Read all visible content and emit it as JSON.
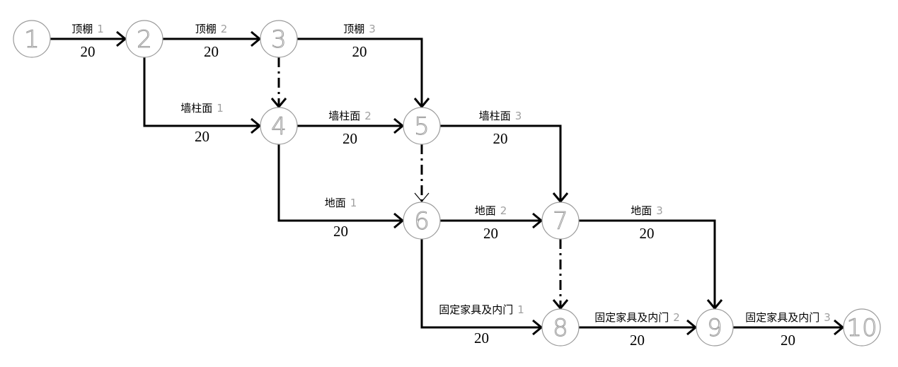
{
  "diagram": {
    "type": "network-plan (activity-on-arrow)",
    "nodes": [
      {
        "id": "1",
        "label": "1"
      },
      {
        "id": "2",
        "label": "2"
      },
      {
        "id": "3",
        "label": "3"
      },
      {
        "id": "4",
        "label": "4"
      },
      {
        "id": "5",
        "label": "5"
      },
      {
        "id": "6",
        "label": "6"
      },
      {
        "id": "7",
        "label": "7"
      },
      {
        "id": "8",
        "label": "8"
      },
      {
        "id": "9",
        "label": "9"
      },
      {
        "id": "10",
        "label": "10"
      }
    ],
    "activities": [
      {
        "from": "1",
        "to": "2",
        "name": "顶棚",
        "seq": "1",
        "duration": "20"
      },
      {
        "from": "2",
        "to": "3",
        "name": "顶棚",
        "seq": "2",
        "duration": "20"
      },
      {
        "from": "3",
        "to": "5",
        "name": "顶棚",
        "seq": "3",
        "duration": "20"
      },
      {
        "from": "2",
        "to": "4",
        "name": "墙柱面",
        "seq": "1",
        "duration": "20"
      },
      {
        "from": "4",
        "to": "5",
        "name": "墙柱面",
        "seq": "2",
        "duration": "20"
      },
      {
        "from": "5",
        "to": "7",
        "name": "墙柱面",
        "seq": "3",
        "duration": "20"
      },
      {
        "from": "4",
        "to": "6",
        "name": "地面",
        "seq": "1",
        "duration": "20"
      },
      {
        "from": "6",
        "to": "7",
        "name": "地面",
        "seq": "2",
        "duration": "20"
      },
      {
        "from": "7",
        "to": "9",
        "name": "地面",
        "seq": "3",
        "duration": "20"
      },
      {
        "from": "6",
        "to": "8",
        "name": "固定家具及内门",
        "seq": "1",
        "duration": "20"
      },
      {
        "from": "8",
        "to": "9",
        "name": "固定家具及内门",
        "seq": "2",
        "duration": "20"
      },
      {
        "from": "9",
        "to": "10",
        "name": "固定家具及内门",
        "seq": "3",
        "duration": "20"
      }
    ],
    "dummy_activities": [
      {
        "from": "3",
        "to": "4"
      },
      {
        "from": "5",
        "to": "6"
      },
      {
        "from": "7",
        "to": "8"
      }
    ]
  }
}
